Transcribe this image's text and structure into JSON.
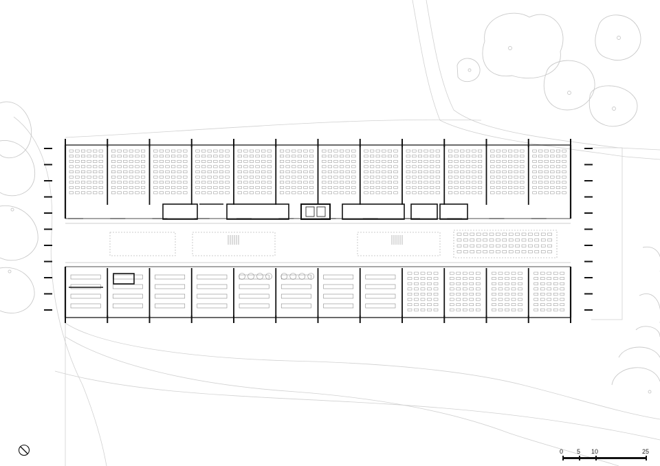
{
  "scale_bar": {
    "labels": [
      "0",
      "5",
      "10",
      "25"
    ],
    "values": [
      0,
      5,
      10,
      25
    ]
  },
  "north_arrow": {
    "icon": "north-arrow-icon"
  },
  "colors": {
    "walls": "#111111",
    "furniture": "#8a8a8a",
    "landscape": "#cfcfcf",
    "background": "#ffffff"
  },
  "plan": {
    "bays": 12,
    "upper_rooms": 12,
    "lower_rooms": 12
  }
}
